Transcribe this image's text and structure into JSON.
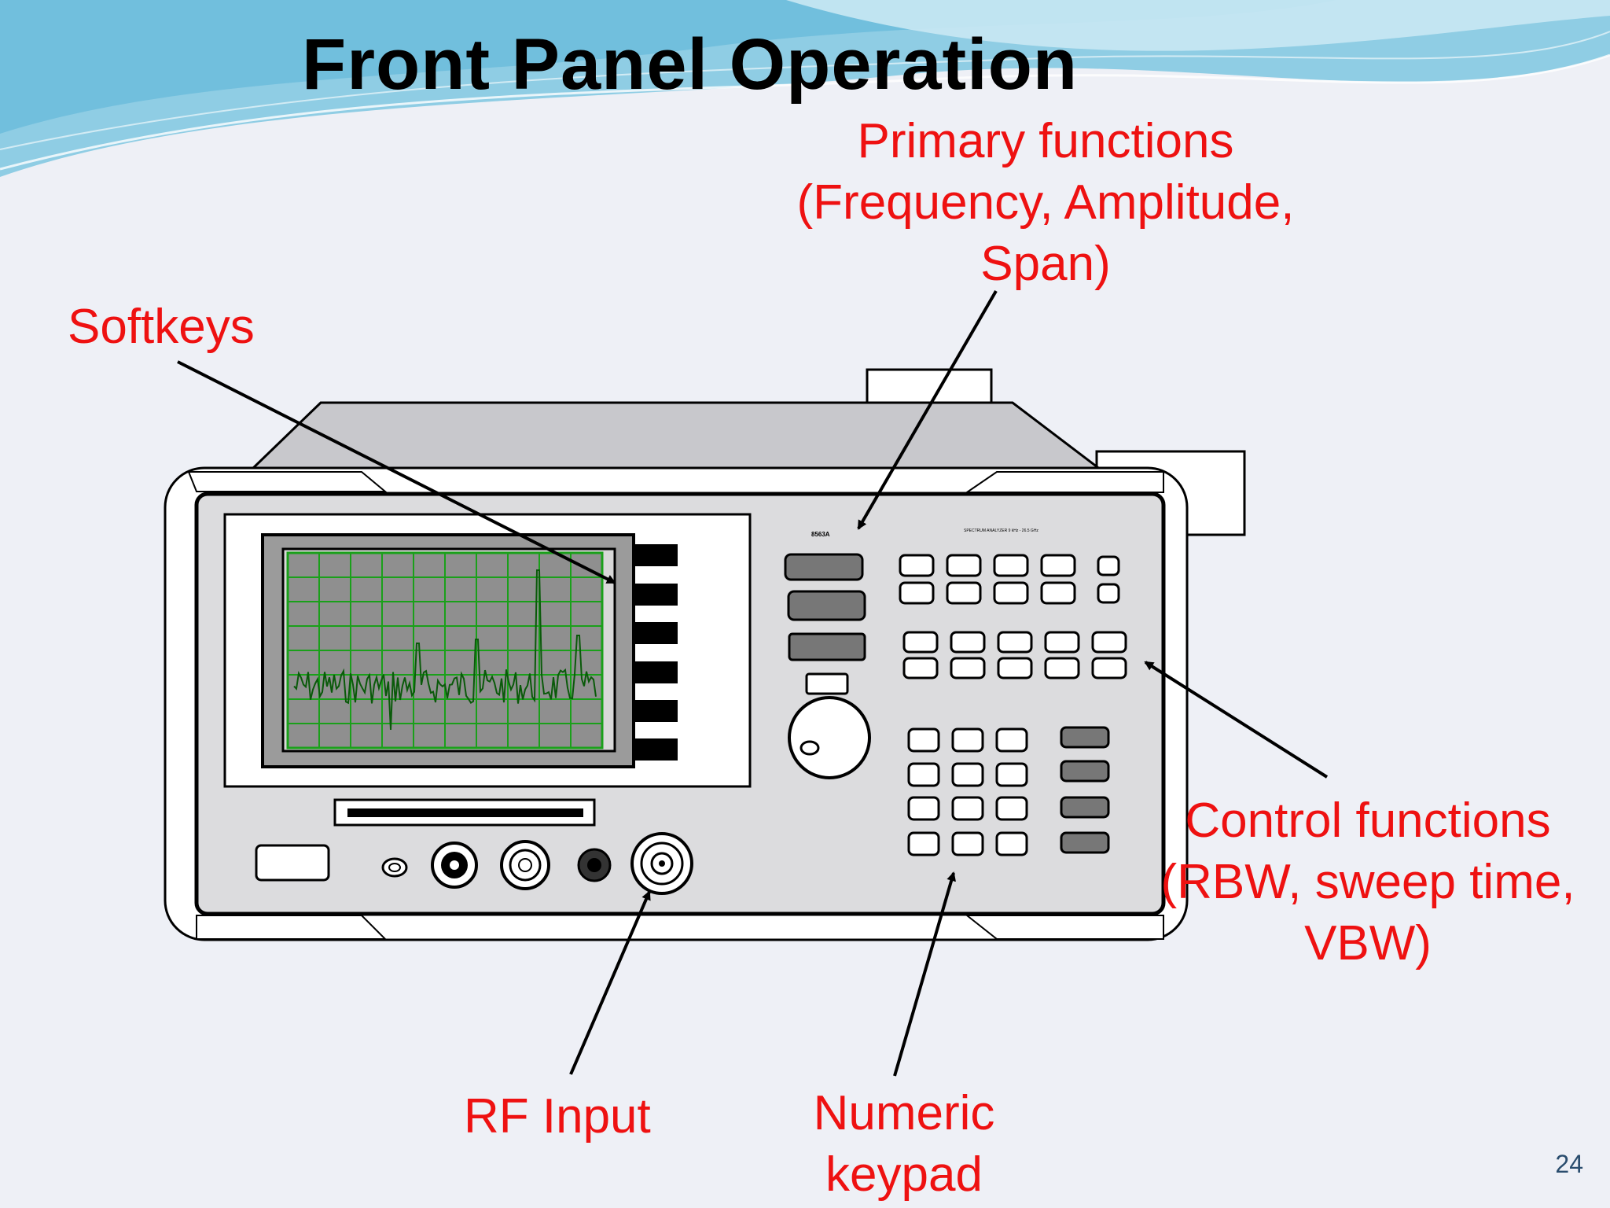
{
  "slide": {
    "title": "Front Panel Operation",
    "page_number": "24"
  },
  "callouts": {
    "primary": [
      "Primary functions",
      "(Frequency, Amplitude,",
      "Span)"
    ],
    "softkeys": [
      "Softkeys"
    ],
    "control": [
      "Control functions",
      "(RBW, sweep time,",
      "VBW)"
    ],
    "rf_input": [
      "RF Input"
    ],
    "numeric": [
      "Numeric",
      "keypad"
    ]
  },
  "instrument": {
    "model_label": "8563A",
    "header_label": "SPECTRUM ANALYZER   9 kHz - 26.5 GHz"
  },
  "colors": {
    "label_red": "#ee1111",
    "screen_grid": "#1aa01a",
    "trace": "#0a5a0a",
    "panel": "#dcdcde",
    "wave_blue": "#7fc6e0"
  }
}
